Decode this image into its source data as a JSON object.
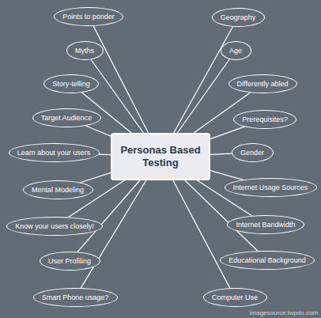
{
  "diagram": {
    "nodes": [
      {
        "text": [
          "Personas Based Testing"
        ]
      },
      {
        "text": [
          "Points to ponder"
        ]
      },
      {
        "text": [
          "Myths"
        ]
      },
      {
        "text": [
          "Story-telling"
        ]
      },
      {
        "text": [
          "Target Audience"
        ]
      },
      {
        "text": [
          "Learn about your users"
        ]
      },
      {
        "text": [
          "Mental Modeling"
        ]
      },
      {
        "text": [
          "Know your users closely!"
        ]
      },
      {
        "text": [
          "User Profiling"
        ]
      },
      {
        "text": [
          "Smart Phone usage?"
        ]
      },
      {
        "text": [
          "Geography"
        ]
      },
      {
        "text": [
          "Age"
        ]
      },
      {
        "text": [
          "Differently abled"
        ]
      },
      {
        "text": [
          "Prerequisites?"
        ]
      },
      {
        "text": [
          "Gender"
        ]
      },
      {
        "text": [
          "Internet Usage Sources"
        ]
      },
      {
        "text": [
          "Internet Bandwidth"
        ]
      },
      {
        "text": [
          "Educational Background"
        ]
      },
      {
        "text": [
          "Computer Use"
        ]
      }
    ],
    "edges": [
      {
        "from": 0,
        "to": 1,
        "arrow": "none"
      },
      {
        "from": 0,
        "to": 2,
        "arrow": "none"
      },
      {
        "from": 0,
        "to": 3,
        "arrow": "none"
      },
      {
        "from": 0,
        "to": 4,
        "arrow": "none"
      },
      {
        "from": 0,
        "to": 5,
        "arrow": "none"
      },
      {
        "from": 0,
        "to": 6,
        "arrow": "none"
      },
      {
        "from": 0,
        "to": 7,
        "arrow": "none"
      },
      {
        "from": 0,
        "to": 8,
        "arrow": "none"
      },
      {
        "from": 0,
        "to": 9,
        "arrow": "none"
      },
      {
        "from": 0,
        "to": 10,
        "arrow": "none"
      },
      {
        "from": 0,
        "to": 11,
        "arrow": "none"
      },
      {
        "from": 0,
        "to": 12,
        "arrow": "none"
      },
      {
        "from": 0,
        "to": 13,
        "arrow": "none"
      },
      {
        "from": 0,
        "to": 14,
        "arrow": "none"
      },
      {
        "from": 0,
        "to": 15,
        "arrow": "none"
      },
      {
        "from": 0,
        "to": 16,
        "arrow": "none"
      },
      {
        "from": 0,
        "to": 17,
        "arrow": "none"
      },
      {
        "from": 0,
        "to": 18,
        "arrow": "none"
      }
    ],
    "labels": [
      "imagesource:lwpdo.com"
    ]
  }
}
